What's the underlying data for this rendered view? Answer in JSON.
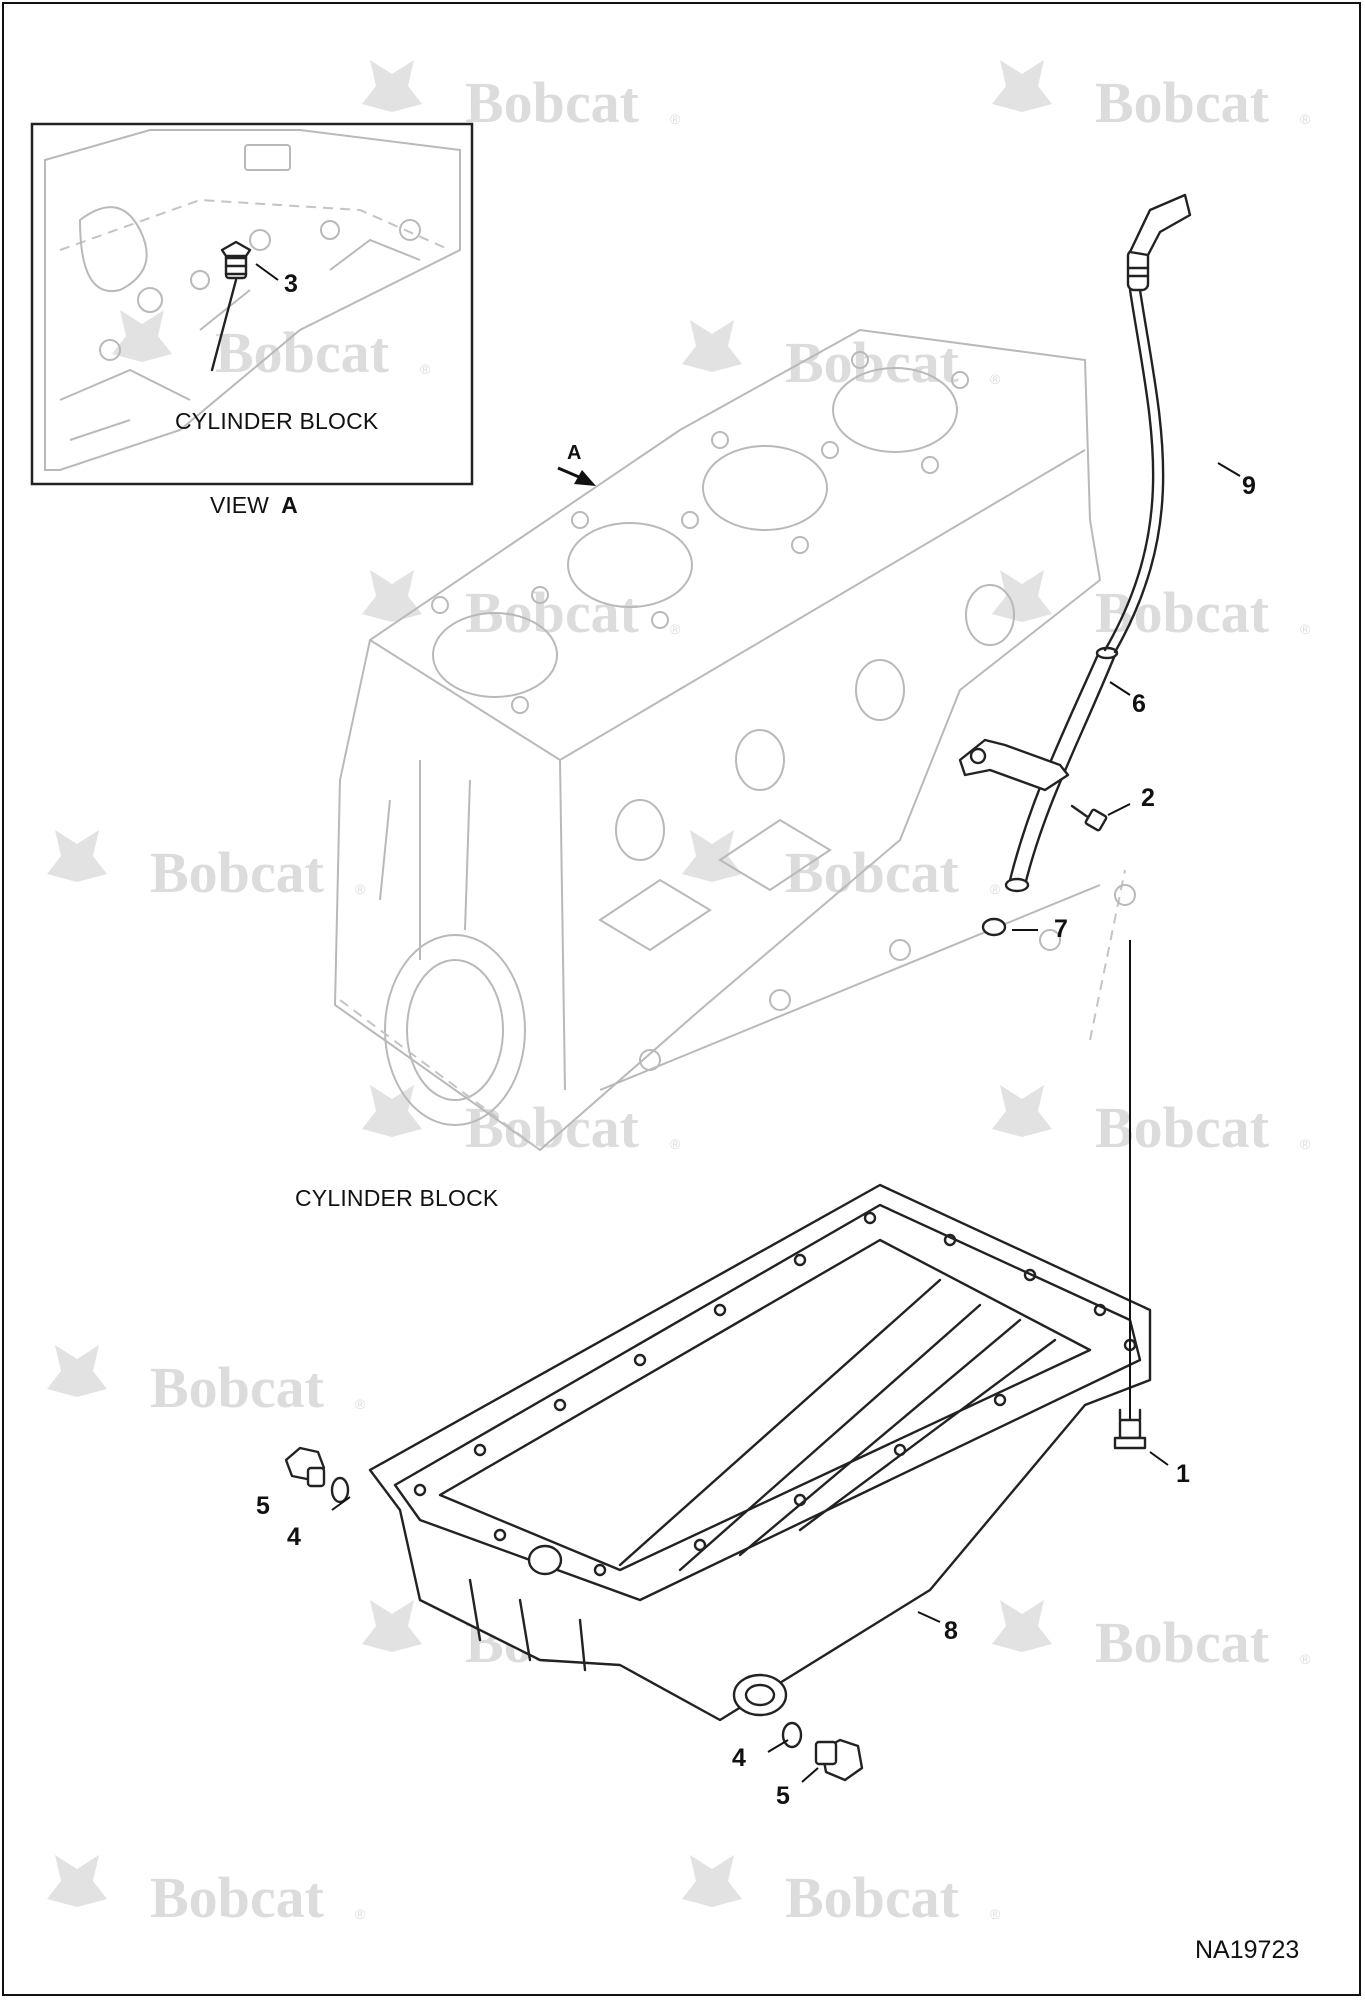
{
  "watermark": {
    "brand": "Bobcat",
    "mark": "®"
  },
  "inset": {
    "caption": "CYLINDER BLOCK",
    "view_word": "VIEW",
    "view_letter": "A",
    "callout": "3"
  },
  "main": {
    "block_caption": "CYLINDER BLOCK",
    "view_arrow_letter": "A",
    "callouts": {
      "c1": "1",
      "c2": "2",
      "c4a": "4",
      "c4b": "4",
      "c5a": "5",
      "c5b": "5",
      "c6": "6",
      "c7": "7",
      "c8": "8",
      "c9": "9"
    }
  },
  "drawing_number": "NA19723",
  "colors": {
    "ink": "#222222",
    "ghost": "#b9b9b9",
    "watermark": "#dcdcdc"
  }
}
